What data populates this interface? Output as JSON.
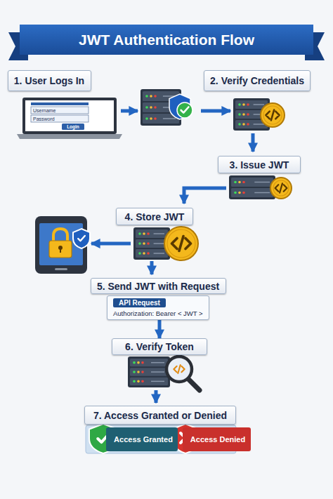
{
  "diagram": {
    "title": "JWT Authentication Flow",
    "nodes": [
      {
        "text": [
          "1. User Logs In"
        ]
      },
      {
        "text": [
          "2. Verify Credentials"
        ]
      },
      {
        "text": [
          "3. Issue JWT"
        ]
      },
      {
        "text": [
          "4. Store JWT"
        ]
      },
      {
        "text": [
          "5. Send JWT with Request"
        ]
      },
      {
        "text": [
          "API Request",
          "Authorization: Bearer < JWT >"
        ]
      },
      {
        "text": [
          "6. Verify Token"
        ]
      },
      {
        "text": [
          "7. Access Granted or Denied"
        ]
      },
      {
        "text": [
          "Access Granted"
        ]
      },
      {
        "text": [
          "Access Denied"
        ]
      }
    ],
    "edges": [
      {
        "from": 5,
        "to": 6,
        "arrow": "to"
      }
    ],
    "labels": [
      "Username",
      "Password",
      "Login"
    ]
  }
}
